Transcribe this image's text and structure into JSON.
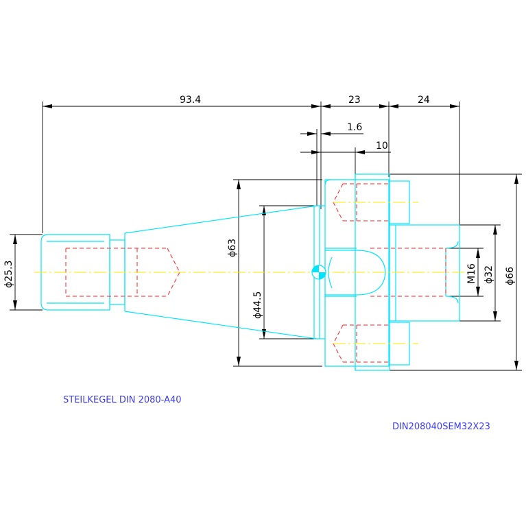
{
  "dimensions": {
    "total_length": "93.4",
    "flange_width": "23",
    "extension_length": "24",
    "flange_offset": "1.6",
    "groove_width": "10",
    "taper_diameter_large": "ϕ63",
    "taper_diameter_small": "ϕ44.5",
    "pull_stud_diameter": "ϕ25.3",
    "thread": "M16",
    "bore_diameter": "ϕ32",
    "outer_diameter": "ϕ66"
  },
  "labels": {
    "title": "STEILKEGEL DIN 2080-A40",
    "part_number": "DIN208040SEM32X23"
  },
  "colors": {
    "background": "#ffffff",
    "outline": "#00e5ff",
    "hidden": "#ff2020",
    "centerline": "#ffe800",
    "dimension": "#000000",
    "text": "#3b3bff"
  }
}
